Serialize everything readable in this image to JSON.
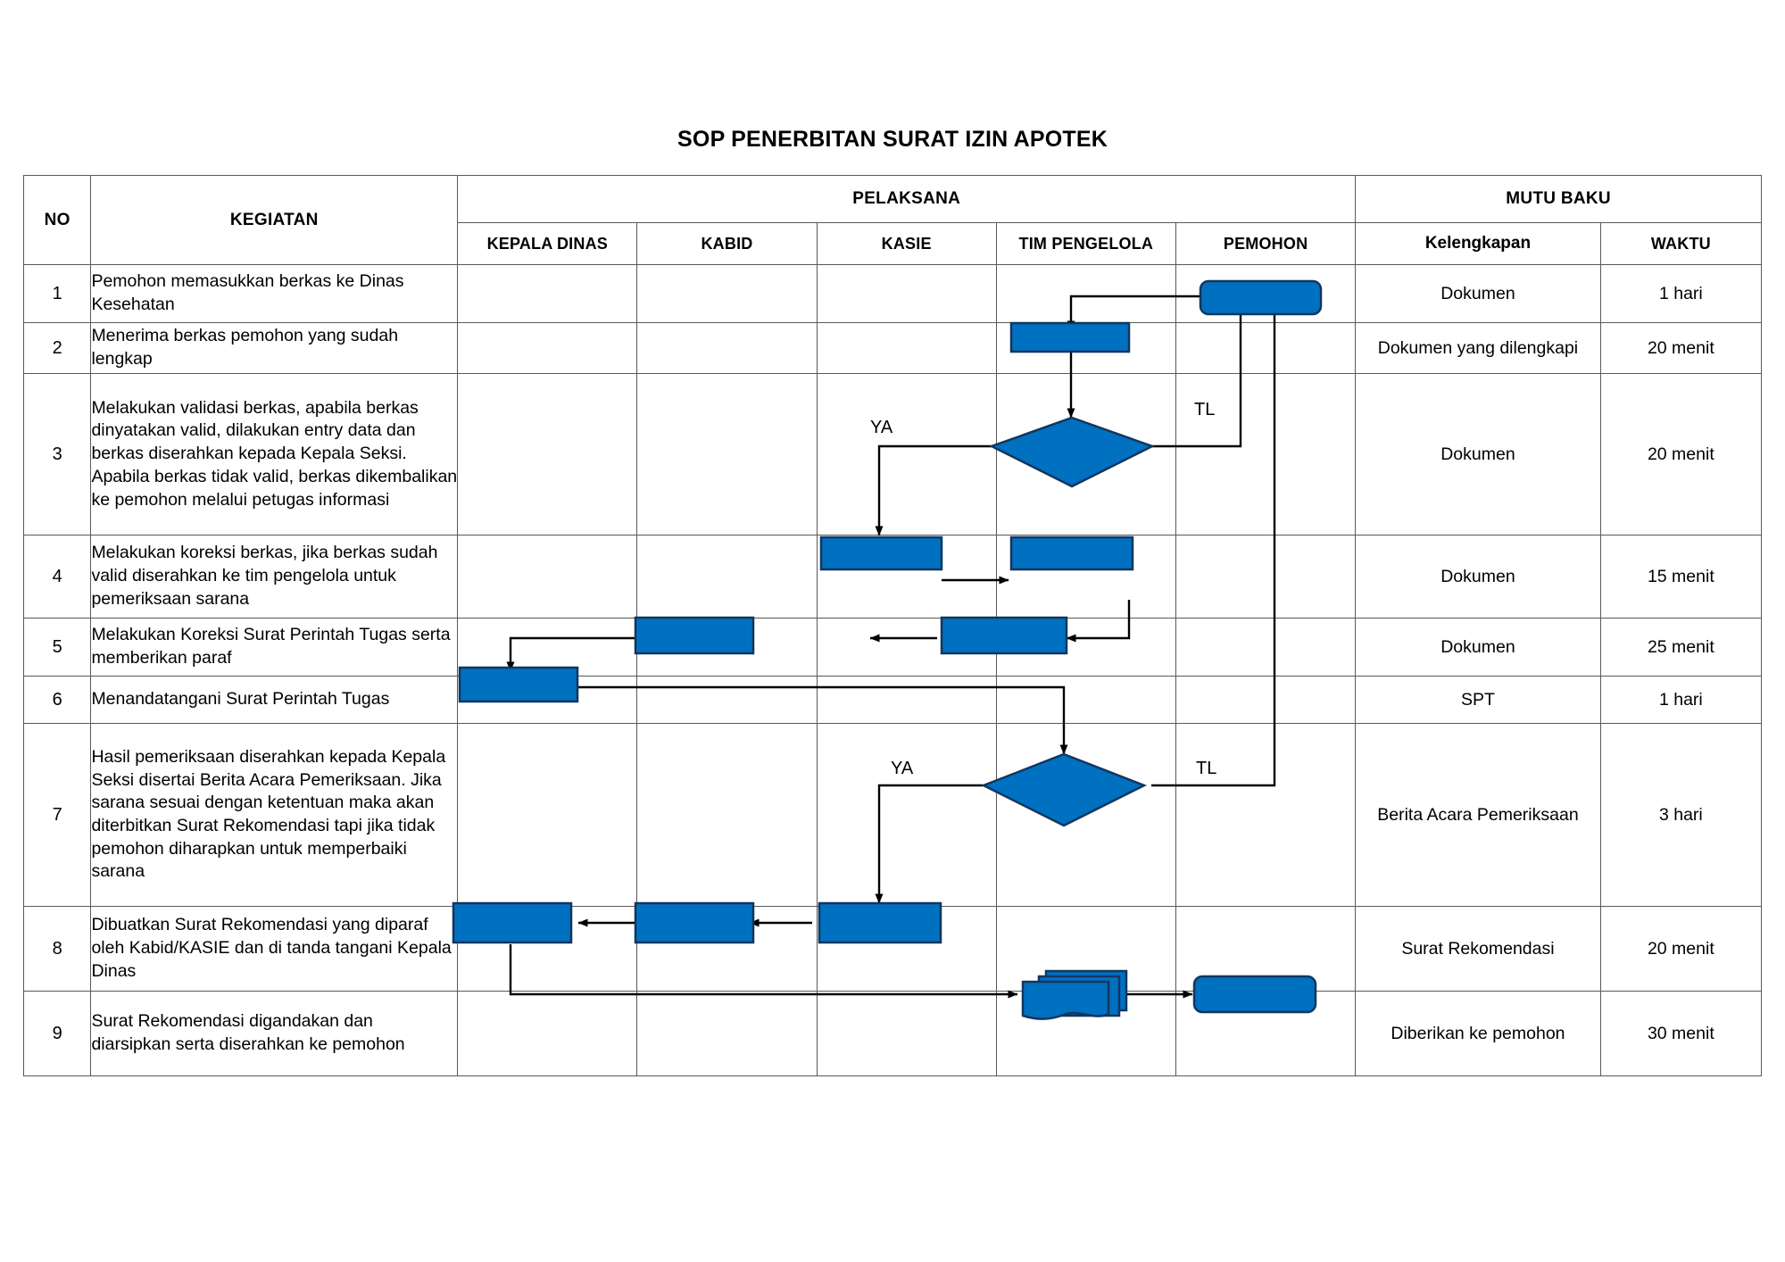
{
  "document": {
    "title": "SOP PENERBITAN SURAT IZIN APOTEK"
  },
  "table": {
    "headers": {
      "no": "NO",
      "kegiatan": "KEGIATAN",
      "pelaksana": "PELAKSANA",
      "mutu_baku": "MUTU BAKU",
      "lanes": [
        "KEPALA DINAS",
        "KABID",
        "KASIE",
        "TIM PENGELOLA",
        "PEMOHON"
      ],
      "kelengkapan": "Kelengkapan",
      "waktu": "WAKTU"
    },
    "rows": [
      {
        "no": "1",
        "kegiatan": "Pemohon memasukkan berkas ke Dinas Kesehatan",
        "kelengkapan": "Dokumen",
        "waktu": "1 hari"
      },
      {
        "no": "2",
        "kegiatan": "Menerima berkas pemohon yang sudah lengkap",
        "kelengkapan": "Dokumen yang dilengkapi",
        "waktu": "20 menit"
      },
      {
        "no": "3",
        "kegiatan": "Melakukan validasi berkas, apabila berkas dinyatakan valid, dilakukan entry data dan berkas diserahkan kepada Kepala Seksi. Apabila berkas tidak valid, berkas dikembalikan ke pemohon melalui petugas informasi",
        "kelengkapan": "Dokumen",
        "waktu": "20 menit"
      },
      {
        "no": "4",
        "kegiatan": "Melakukan koreksi berkas, jika berkas sudah valid diserahkan ke tim pengelola untuk pemeriksaan sarana",
        "kelengkapan": "Dokumen",
        "waktu": "15 menit"
      },
      {
        "no": "5",
        "kegiatan": "Melakukan Koreksi Surat Perintah Tugas serta memberikan paraf",
        "kelengkapan": "Dokumen",
        "waktu": "25 menit"
      },
      {
        "no": "6",
        "kegiatan": "Menandatangani Surat Perintah Tugas",
        "kelengkapan": "SPT",
        "waktu": "1 hari"
      },
      {
        "no": "7",
        "kegiatan": "Hasil pemeriksaan diserahkan kepada Kepala Seksi disertai Berita Acara Pemeriksaan. Jika sarana sesuai dengan ketentuan maka akan diterbitkan Surat Rekomendasi tapi jika tidak pemohon diharapkan untuk memperbaiki sarana",
        "kelengkapan": "Berita Acara Pemeriksaan",
        "waktu": "3 hari"
      },
      {
        "no": "8",
        "kegiatan": "Dibuatkan Surat Rekomendasi yang diparaf oleh Kabid/KASIE dan di tanda tangani Kepala Dinas",
        "kelengkapan": "Surat Rekomendasi",
        "waktu": "20 menit"
      },
      {
        "no": "9",
        "kegiatan": "Surat Rekomendasi digandakan dan diarsipkan serta diserahkan ke pemohon",
        "kelengkapan": "Diberikan ke pemohon",
        "waktu": "30 menit"
      }
    ]
  },
  "flow": {
    "shape_fill": "#0070C0",
    "shape_stroke": "#12365E",
    "connector_color": "#000000",
    "branch_labels": [
      {
        "text": "YA",
        "row": "3"
      },
      {
        "text": "TL",
        "row": "3"
      },
      {
        "text": "YA",
        "row": "7"
      },
      {
        "text": "TL",
        "row": "7"
      }
    ],
    "shapes": [
      {
        "row": "1",
        "lane": "PEMOHON",
        "type": "rounded-rectangle"
      },
      {
        "row": "2",
        "lane": "TIM PENGELOLA",
        "type": "rectangle"
      },
      {
        "row": "3",
        "lane": "TIM PENGELOLA",
        "type": "decision-diamond"
      },
      {
        "row": "4",
        "lane": "KASIE",
        "type": "rectangle"
      },
      {
        "row": "4",
        "lane": "TIM PENGELOLA",
        "type": "rectangle"
      },
      {
        "row": "5",
        "lane": "KABID",
        "type": "rectangle"
      },
      {
        "row": "5",
        "lane": "TIM PENGELOLA",
        "type": "rectangle"
      },
      {
        "row": "6",
        "lane": "KEPALA DINAS",
        "type": "rectangle"
      },
      {
        "row": "7",
        "lane": "TIM PENGELOLA",
        "type": "decision-diamond"
      },
      {
        "row": "8",
        "lane": "KEPALA DINAS",
        "type": "rectangle"
      },
      {
        "row": "8",
        "lane": "KABID",
        "type": "rectangle"
      },
      {
        "row": "8",
        "lane": "KASIE",
        "type": "rectangle"
      },
      {
        "row": "9",
        "lane": "TIM PENGELOLA",
        "type": "multi-document"
      },
      {
        "row": "9",
        "lane": "PEMOHON",
        "type": "rounded-rectangle"
      }
    ]
  }
}
